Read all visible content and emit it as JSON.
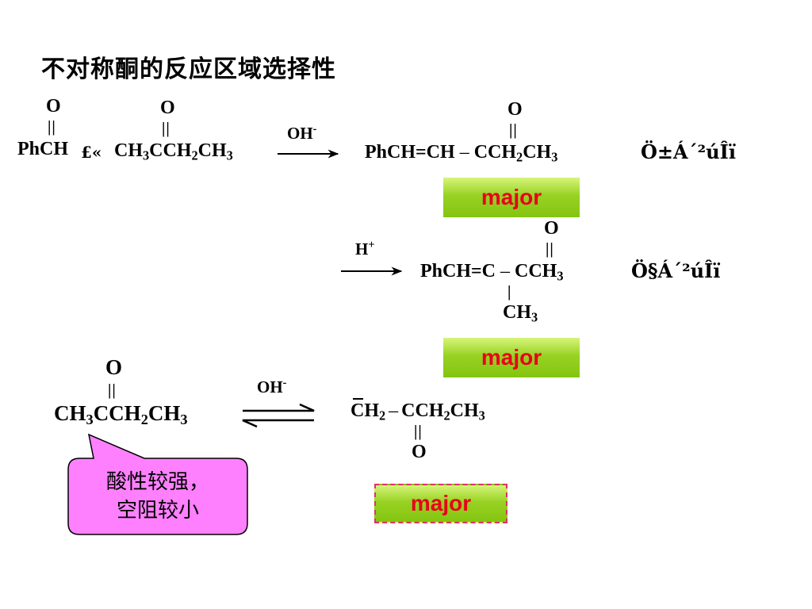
{
  "title": "不对称酮的反应区域选择性",
  "reaction1": {
    "reactant_a": {
      "o": "O",
      "bond": "||",
      "formula": "PhCH",
      "garbled": "£«"
    },
    "reactant_b": {
      "o": "O",
      "bond": "||",
      "c1": "CH",
      "s1": "3",
      "c2": "CCH",
      "s2": "2",
      "c3": "CH",
      "s3": "3"
    },
    "reagent": {
      "base": "OH",
      "charge": "-"
    },
    "product": {
      "o": "O",
      "bond": "||",
      "pre": "PhCH=CH",
      "dash": "–",
      "c1": "CCH",
      "s1": "2",
      "c2": "CH",
      "s2": "3"
    },
    "note": "Ö±Á´²úÎï",
    "badge": "major"
  },
  "reaction2": {
    "reagent": {
      "base": "H",
      "charge": "+"
    },
    "product": {
      "o": "O",
      "bond": "||",
      "pre": "PhCH=C",
      "dash": "–",
      "c1": "CCH",
      "s1": "3",
      "vbond": "|",
      "sub_c": "CH",
      "sub_s": "3"
    },
    "note": "Ö§Á´²úÎï",
    "badge": "major"
  },
  "reaction3": {
    "reactant": {
      "o": "O",
      "bond": "||",
      "c1": "CH",
      "s1": "3",
      "c2": "CCH",
      "s2": "2",
      "c3": "CH",
      "s3": "3"
    },
    "reagent": {
      "base": "OH",
      "charge": "-"
    },
    "product": {
      "c1": "CH",
      "s1": "2",
      "dash": "–",
      "c2": "CCH",
      "s2": "2",
      "c3": "CH",
      "s3": "3",
      "bond": "||",
      "o": "O"
    },
    "badge": "major"
  },
  "callout": {
    "line1": "酸性较强，",
    "line2": "空阻较小",
    "fill": "#ff80ff"
  },
  "colors": {
    "badge_text": "#e8001c",
    "badge_fill": "#99cc33",
    "dashed_border": "#e0306a"
  }
}
